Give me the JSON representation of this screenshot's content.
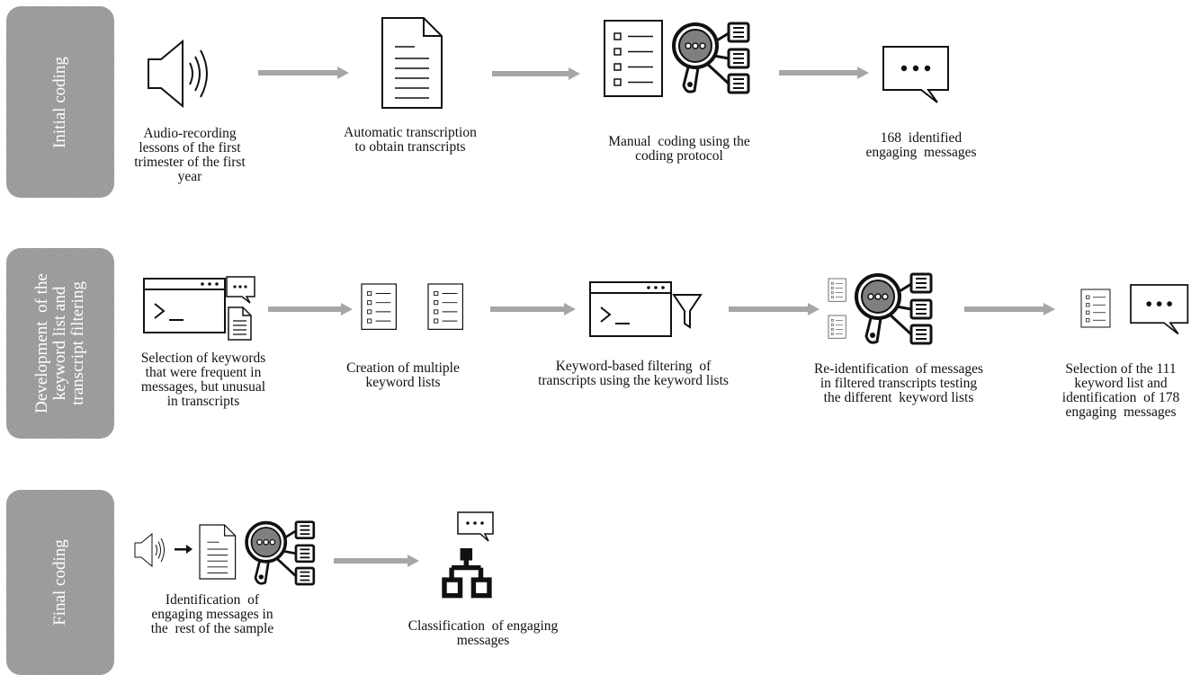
{
  "stages": {
    "initial": {
      "label": "Initial coding",
      "captions": {
        "audio": "Audio-recording\nlessons of the first\ntrimester of the first\nyear",
        "transcription": "Automatic transcription\nto obtain transcripts",
        "manual": "Manual  coding using the\ncoding protocol",
        "identified": "168  identified\nengaging  messages"
      }
    },
    "development": {
      "label": "Development  of the\nkeyword list and\ntranscript filtering",
      "captions": {
        "selection": "Selection of keywords\nthat were frequent in\nmessages, but unusual\nin transcripts",
        "creation": "Creation of multiple\nkeyword lists",
        "filtering": "Keyword-based filtering  of\ntranscripts using the keyword lists",
        "reidentification": "Re-identification  of messages\nin filtered transcripts testing\nthe different  keyword lists",
        "final_selection": "Selection of the 111\nkeyword list and\nidentification  of 178\nengaging  messages"
      }
    },
    "final": {
      "label": "Final coding",
      "captions": {
        "identification": "Identification  of\nengaging messages in\nthe  rest of the sample",
        "classification": "Classification  of engaging\nmessages"
      }
    }
  },
  "icons": [
    "speaker-icon",
    "document-icon",
    "checklist-icon",
    "magnifier-network-icon",
    "chat-bubble-icon",
    "terminal-window-icon",
    "funnel-icon",
    "hierarchy-icon",
    "arrow-icon"
  ],
  "colors": {
    "stage_bg": "#9a9a9a",
    "arrow": "#a6a6a6",
    "icon_stroke": "#111111",
    "magnifier_fill": "#7f7f7f"
  }
}
